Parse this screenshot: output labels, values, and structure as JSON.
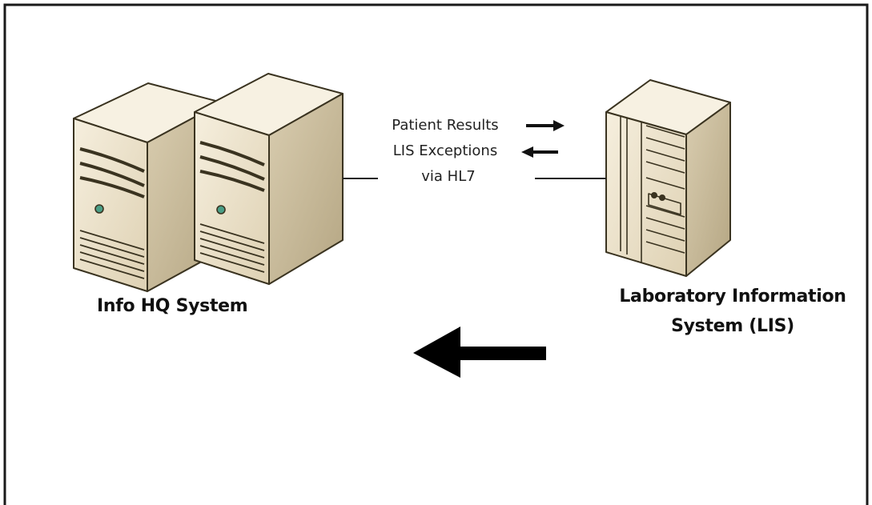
{
  "diagram": {
    "left_system_label": "Info HQ  System",
    "right_system_label_line1": "Laboratory Information",
    "right_system_label_line2": "System (LIS)",
    "flow_line1": "Patient Results",
    "flow_line2": "LIS Exceptions",
    "flow_line3": "via HL7"
  },
  "colors": {
    "server_front": "#efe6d2",
    "server_side": "#c9bda0",
    "server_top": "#f7f1e2",
    "outline": "#3a3320",
    "led": "#4a9e86"
  }
}
